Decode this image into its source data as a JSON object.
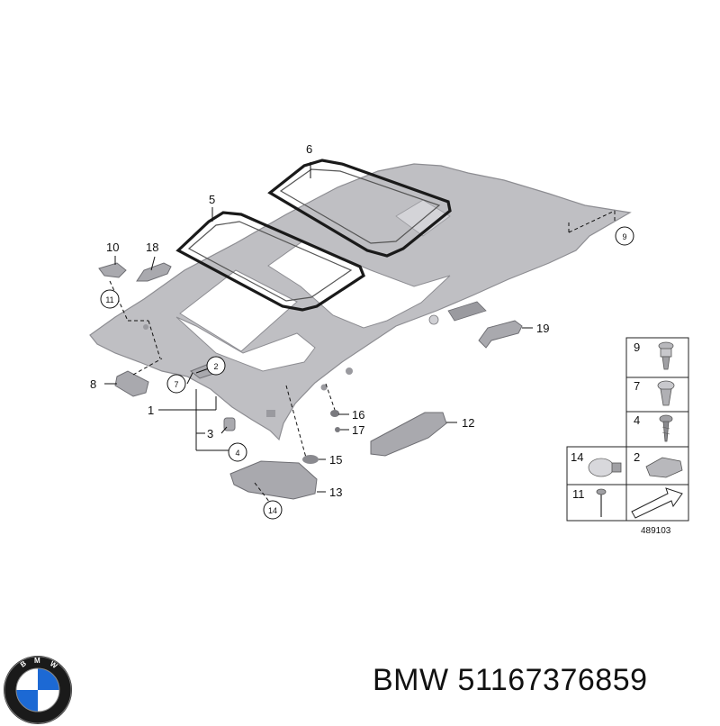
{
  "diagram": {
    "callouts": [
      "1",
      "2",
      "3",
      "4",
      "5",
      "6",
      "7",
      "8",
      "9",
      "10",
      "11",
      "12",
      "13",
      "14",
      "15",
      "16",
      "17",
      "18",
      "19"
    ],
    "circled_callouts": [
      "2",
      "4",
      "7",
      "9",
      "11",
      "14"
    ],
    "legend": {
      "items": [
        "9",
        "7",
        "4",
        "14",
        "2",
        "11"
      ],
      "code": "489103"
    }
  },
  "footer": {
    "logo_text": "BMW",
    "part_number": "BMW 51167376859"
  },
  "colors": {
    "headliner": "#bfbfc3",
    "seal": "#1a1a1a",
    "bmw_blue": "#1c69d4"
  }
}
